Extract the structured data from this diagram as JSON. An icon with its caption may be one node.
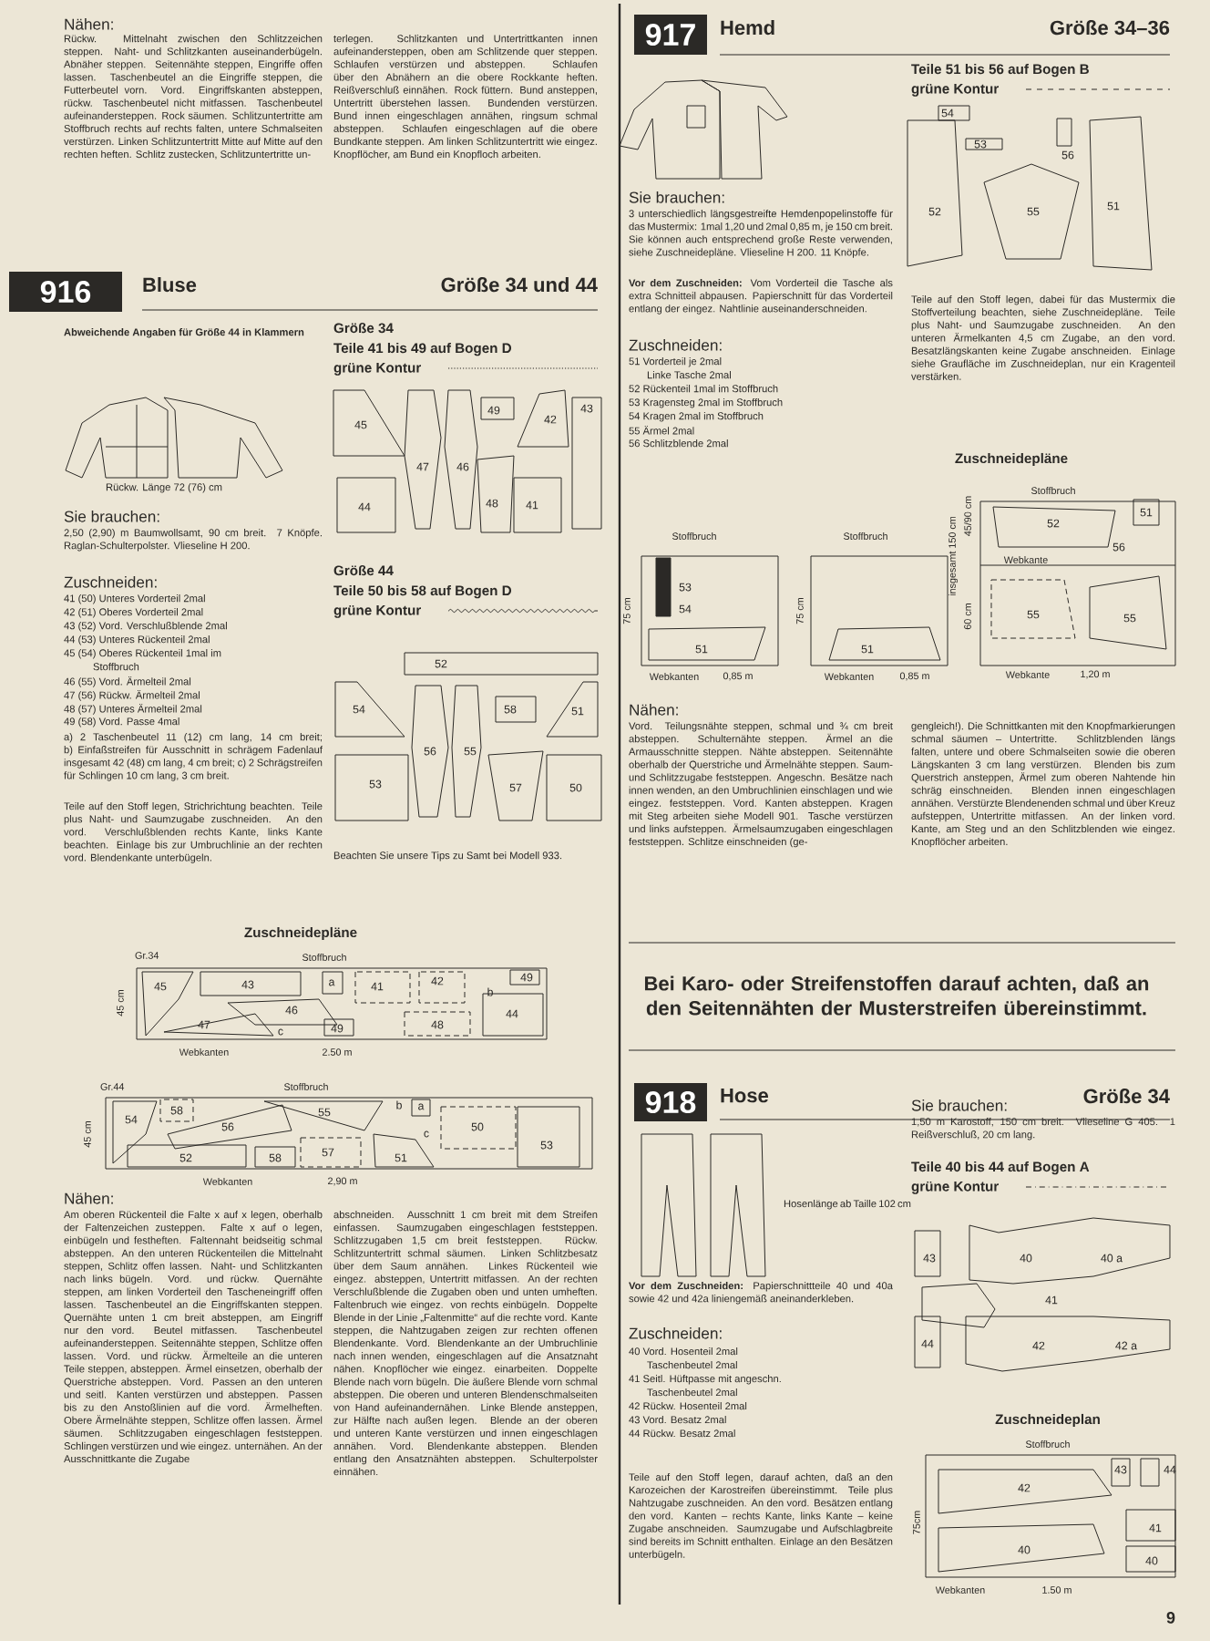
{
  "diagram": {
    "nodes": [
      {
        "text": [
          "916"
        ]
      },
      {
        "text": [
          "917"
        ]
      },
      {
        "text": [
          "918"
        ]
      }
    ],
    "labels": [
      "Nähen:",
      "Rückw. Mittelnaht zwischen den Schlitzzeichen steppen. Naht- und Schlitzkanten auseinanderbügeln. Abnäher steppen. Seitennähte steppen, Eingriffe offen lassen. Taschenbeutel an die Eingriffe steppen, die Futterbeutel vorn. Vord. Eingriffskanten absteppen, rückw. Taschenbeutel nicht mitfassen. Taschenbeutel aufeinandersteppen. Rock säumen. Schlitzuntertritte am Stoffbruch rechts auf rechts falten, untere Schmalseiten verstürzen. Linken Schlitzuntertritt Mitte auf Mitte auf den rechten heften. Schlitz zustecken, Schlitzuntertritte un-",
      "terlegen. Schlitzkanten und Untertrittkanten innen aufeinandersteppen, oben am Schlitzende quer steppen. Schlaufen verstürzen und absteppen. Schlaufen über den Abnähern an die obere Rockkante heften. Reißverschluß einnähen. Rock füttern. Bund ansteppen, Untertritt überstehen lassen. Bundenden verstürzen. Bund innen eingeschlagen annähen, ringsum schmal absteppen. Schlaufen eingeschlagen auf die obere Bundkante steppen. Am linken Schlitzuntertritt wie eingez. Knopflöcher, am Bund ein Knopfloch arbeiten.",
      "Bluse",
      "Größe 34 und 44",
      "Abweichende Angaben für Größe 44 in Klammern",
      "Rückw. Länge 72 (76) cm",
      "Sie brauchen:",
      "2,50 (2,90) m Baumwollsamt, 90 cm breit. 7 Knöpfe. Raglan-Schulterpolster. Vlieseline H 200.",
      "Zuschneiden:",
      "41 (50) Unteres Vorderteil 2mal",
      "42 (51) Oberes Vorderteil 2mal",
      "43 (52) Vord. Verschlußblende 2mal",
      "44 (53) Unteres Rückenteil 2mal",
      "45 (54) Oberes Rückenteil 1mal im",
      "Stoffbruch",
      "46 (55) Vord. Ärmelteil 2mal",
      "47 (56) Rückw. Ärmelteil 2mal",
      "48 (57) Unteres Ärmelteil 2mal",
      "49 (58) Vord. Passe 4mal",
      "a) 2 Taschenbeutel 11 (12) cm lang, 14 cm breit; b) Einfaßstreifen für Ausschnitt in schrägem Fadenlauf insgesamt 42 (48) cm lang, 4 cm breit; c) 2 Schrägstreifen für Schlingen 10 cm lang, 3 cm breit.",
      "Teile auf den Stoff legen, Strichrichtung beachten. Teile plus Naht- und Saumzugabe zuschneiden. An den vord. Verschlußblenden rechts Kante, links Kante beachten. Einlage bis zur Umbruchlinie an der rechten vord. Blendenkante unterbügeln.",
      "Größe 34",
      "Teile 41 bis 49 auf Bogen D",
      "grüne Kontur",
      "45",
      "47",
      "46",
      "49",
      "42",
      "43",
      "44",
      "48",
      "41",
      "Größe 44",
      "Teile 50 bis 58 auf Bogen D",
      "grüne Kontur",
      "52",
      "54",
      "56",
      "55",
      "58",
      "51",
      "53",
      "57",
      "50",
      "Beachten Sie unsere Tips zu Samt bei Modell 933.",
      "Zuschneidepläne",
      "Gr.34",
      "Stoffbruch",
      "45 cm",
      "45",
      "43",
      "a",
      "41",
      "42",
      "b",
      "49",
      "46",
      "47",
      "c",
      "49",
      "48",
      "44",
      "Webkanten",
      "2.50 m",
      "Gr.44",
      "Stoffbruch",
      "45 cm",
      "58",
      "54",
      "56",
      "55",
      "b",
      "a",
      "c",
      "50",
      "53",
      "52",
      "58",
      "57",
      "51",
      "Webkanten",
      "2,90 m",
      "Nähen:",
      "Am oberen Rückenteil die Falte x auf x legen, oberhalb der Faltenzeichen zusteppen. Falte x auf o legen, einbügeln und festheften. Faltennaht beidseitig schmal absteppen. An den unteren Rückenteilen die Mittelnaht steppen, Schlitz offen lassen. Naht- und Schlitzkanten nach links bügeln. Vord. und rückw. Quernähte steppen, am linken Vorderteil den Tascheneingriff offen lassen. Taschenbeutel an die Eingriffskanten steppen. Quernähte unten 1 cm breit absteppen, am Eingriff nur den vord. Beutel mitfassen. Taschenbeutel aufeinandersteppen. Seitennähte steppen, Schlitze offen lassen. Vord. und rückw. Ärmelteile an die unteren Teile steppen, absteppen. Ärmel einsetzen, oberhalb der Querstriche absteppen. Vord. Passen an den unteren und seitl. Kanten verstürzen und absteppen. Passen bis zu den Anstoßlinien auf die vord. Ärmelheften. Obere Ärmelnähte steppen, Schlitze offen lassen. Ärmel säumen. Schlitzzugaben eingeschlagen feststeppen. Schlingen verstürzen und wie eingez. unternähen. An der Ausschnittkante die Zugabe",
      "abschneiden. Ausschnitt 1 cm breit mit dem Streifen einfassen. Saumzugaben eingeschlagen feststeppen. Schlitzzugaben 1,5 cm breit feststeppen. Rückw. Schlitzuntertritt schmal säumen. Linken Schlitzbesatz über dem Saum annähen. Linkes Rückenteil wie eingez. absteppen, Untertritt mitfassen. An der rechten Verschlußblende die Zugaben oben und unten umheften. Faltenbruch wie eingez. von rechts einbügeln. Doppelte Blende in der Linie „Faltenmitte“ auf die rechte vord. Kante steppen, die Nahtzugaben zeigen zur rechten offenen Blendenkante. Vord. Blendenkante an der Umbruchlinie nach innen wenden, eingeschlagen auf die Ansatznaht nähen. Knopflöcher wie eingez. einarbeiten. Doppelte Blende nach vorn bügeln. Die äußere Blende vorn schmal absteppen. Die oberen und unteren Blendenschmalseiten von Hand aufeinandernähen. Linke Blende ansteppen, zur Hälfte nach außen legen. Blende an der oberen und unteren Kante verstürzen und innen eingeschlagen annähen. Vord. Blendenkante absteppen. Blenden entlang den Ansatznähten absteppen. Schulterpolster einnähen.",
      "Hemd",
      "Größe 34–36",
      "Teile 51 bis 56 auf Bogen B",
      "grüne Kontur",
      "54",
      "53",
      "56",
      "52",
      "55",
      "51",
      "Sie brauchen:",
      "3 unterschiedlich längsgestreifte Hemdenpopelinstoffe für das Mustermix: 1mal 1,20 und 2mal 0,85 m, je 150 cm breit. Sie können auch entsprechend große Reste verwenden, siehe Zuschneidepläne. Vlieseline H 200. 11 Knöpfe.",
      "**Vor dem Zuschneiden:** Vom Vorderteil die Tasche als extra Schnitteil abpausen. Papierschnitt für das Vorderteil entlang der eingez. Nahtlinie auseinanderschneiden.",
      "Zuschneiden:",
      "51 Vorderteil je 2mal",
      "Linke Tasche 2mal",
      "52 Rückenteil 1mal im Stoffbruch",
      "53 Kragensteg 2mal im Stoffbruch",
      "54 Kragen 2mal im Stoffbruch",
      "55 Ärmel 2mal",
      "56 Schlitzblende 2mal",
      "Teile auf den Stoff legen, dabei für das Mustermix die Stoffverteilung beachten, siehe Zuschneidepläne. Teile plus Naht- und Saumzugabe zuschneiden. An den unteren Ärmelkanten 4,5 cm Zugabe, an den vord. Besatzlängskanten keine Zugabe anschneiden. Einlage siehe Graufläche im Zuschneideplan, nur ein Kragenteil verstärken.",
      "Zuschneidepläne",
      "Stoffbruch",
      "75 cm",
      "53",
      "54",
      "51",
      "Webkanten",
      "0,85 m",
      "Stoffbruch",
      "75 cm",
      "51",
      "Webkanten",
      "0,85 m",
      "Stoffbruch",
      "52",
      "51",
      "56",
      "Webkante",
      "insgesamt 150 cm",
      "45/90 cm",
      "60 cm",
      "55",
      "55",
      "Webkante",
      "1,20 m",
      "Nähen:",
      "Vord. Teilungsnähte steppen, schmal und ¾ cm breit absteppen. Schulternähte steppen. Ärmel an die Armausschnitte steppen. Nähte absteppen. Seitennähte oberhalb der Querstriche und Ärmelnähte steppen. Saum- und Schlitzzugabe feststeppen. Angeschn. Besätze nach innen wenden, an den Umbruchlinien einschlagen und wie eingez. feststeppen. Vord. Kanten absteppen. Kragen mit Steg arbeiten siehe Modell 901. Tasche verstürzen und links aufsteppen. Ärmelsaumzugaben eingeschlagen feststeppen. Schlitze einschneiden (ge-",
      "gengleich!). Die Schnittkanten mit den Knopfmarkierungen schmal säumen – Untertritte. Schlitzblenden längs falten, untere und obere Schmalseiten sowie die oberen Längskanten 3 cm lang verstürzen. Blenden bis zum Querstrich ansteppen, Ärmel zum oberen Nahtende hin schräg einschneiden. Blenden innen eingeschlagen annähen. Verstürzte Blendenenden schmal und über Kreuz aufsteppen, Untertritte mitfassen. An der linken vord. Kante, am Steg und an den Schlitzblenden wie eingez. Knopflöcher arbeiten.",
      "Bei Karo- oder Streifenstoffen darauf achten, daß an den Seitennähten der Musterstreifen übereinstimmt.",
      "Hose",
      "Größe 34",
      "Hosenlänge ab Taille 102 cm",
      "**Vor dem Zuschneiden:** Papierschnittteile 40 und 40a sowie 42 und 42a liniengemäß aneinanderkleben.",
      "Zuschneiden:",
      "40 Vord. Hosenteil 2mal",
      "Taschenbeutel 2mal",
      "41 Seitl. Hüftpasse mit angeschn.",
      "Taschenbeutel 2mal",
      "42 Rückw. Hosenteil 2mal",
      "43 Vord. Besatz 2mal",
      "44 Rückw. Besatz 2mal",
      "Teile auf den Stoff legen, darauf achten, daß an den Karozeichen der Karostreifen übereinstimmt. Teile plus Nahtzugabe zuschneiden. An den vord. Besätzen entlang den vord. Kanten – rechts Kante, links Kante – keine Zugabe anschneiden. Saumzugabe und Aufschlagbreite sind bereits im Schnitt enthalten. Einlage an den Besätzen unterbügeln.",
      "Sie brauchen:",
      "1,50 m Karostoff, 150 cm breit. Vlieseline G 405. 1 Reißverschluß, 20 cm lang.",
      "Teile 40 bis 44 auf Bogen A",
      "grüne Kontur",
      "43",
      "40",
      "40 a",
      "41",
      "44",
      "42",
      "42 a",
      "Zuschneideplan",
      "Stoffbruch",
      "42",
      "43",
      "44",
      "41",
      "75cm",
      "40",
      "40",
      "Webkanten",
      "1.50 m",
      "9"
    ]
  }
}
